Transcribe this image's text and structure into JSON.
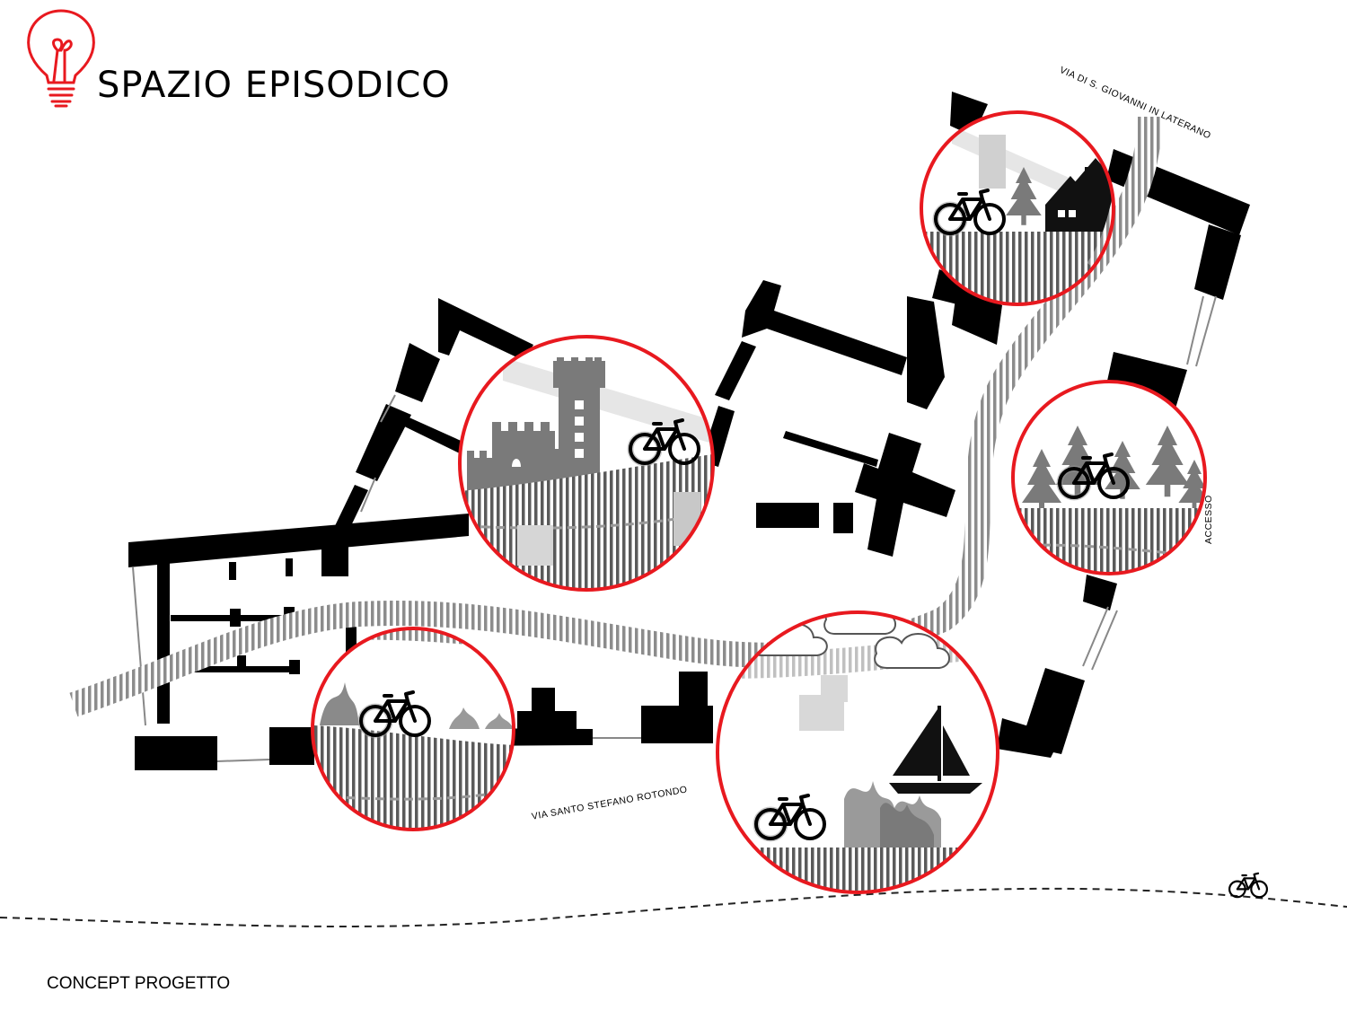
{
  "title": "SPAZIO EPISODICO",
  "footer": "CONCEPT PROGETTO",
  "labels": {
    "street_laterano": "VIA DI S. GIOVANNI IN LATERANO",
    "street_santo_stefano": "VIA SANTO STEFANO ROTONDO",
    "access": "ACCESSO"
  },
  "colors": {
    "accent": "#e8191f",
    "wall": "#000000",
    "path": "#8c8c8c",
    "scene_gray": "#6e6e6e"
  },
  "icons": {
    "title_icon": "lightbulb-icon",
    "bicycle": "bicycle-icon",
    "sailboat": "sailboat-icon",
    "castle": "castle-icon",
    "houses": "houses-icon",
    "trees": "pine-tree-icon",
    "clouds": "cloud-icon"
  },
  "vignettes": [
    {
      "theme": "castle-tower"
    },
    {
      "theme": "houses-trees"
    },
    {
      "theme": "forest"
    },
    {
      "theme": "grass"
    },
    {
      "theme": "sea-clouds-sailboat"
    }
  ]
}
